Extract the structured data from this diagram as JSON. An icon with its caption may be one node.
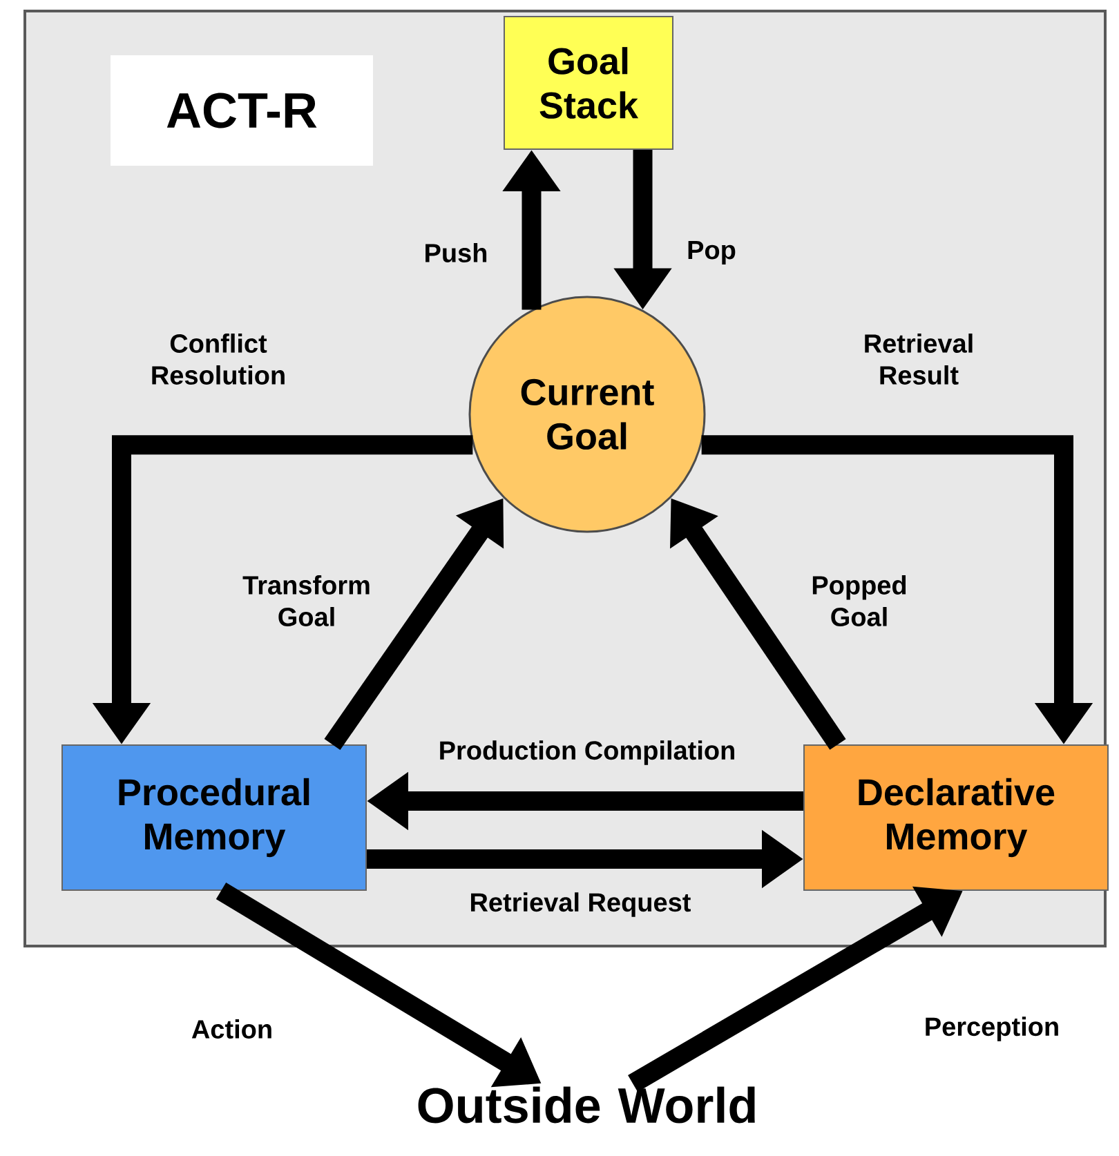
{
  "diagram": {
    "title": "ACT-R",
    "nodes": [
      {
        "text": [
          "Goal Stack"
        ]
      },
      {
        "text": [
          "Current Goal"
        ]
      },
      {
        "text": [
          "Procedural Memory"
        ]
      },
      {
        "text": [
          "Declarative Memory"
        ]
      },
      {
        "text": [
          "Outside World"
        ]
      }
    ],
    "edges": [
      {
        "from": 1,
        "to": 0,
        "arrow": "to",
        "label": "Push"
      },
      {
        "from": 0,
        "to": 1,
        "arrow": "to",
        "label": "Pop"
      },
      {
        "from": 1,
        "to": 2,
        "arrow": "to",
        "label": "Conflict Resolution"
      },
      {
        "from": 1,
        "to": 3,
        "arrow": "to",
        "label": "Retrieval Result"
      },
      {
        "from": 2,
        "to": 1,
        "arrow": "to",
        "label": "Transform Goal"
      },
      {
        "from": 3,
        "to": 1,
        "arrow": "to",
        "label": "Popped Goal"
      },
      {
        "from": 3,
        "to": 2,
        "arrow": "to",
        "label": "Production Compilation"
      },
      {
        "from": 2,
        "to": 3,
        "arrow": "to",
        "label": "Retrieval Request"
      },
      {
        "from": 2,
        "to": 4,
        "arrow": "to",
        "label": "Action"
      },
      {
        "from": 4,
        "to": 3,
        "arrow": "to",
        "label": "Perception"
      }
    ]
  }
}
